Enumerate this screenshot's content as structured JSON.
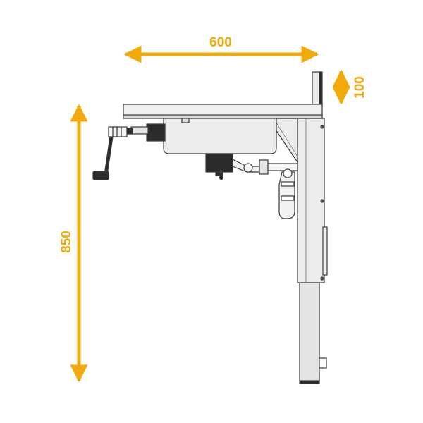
{
  "dimensions": {
    "width_label": "600",
    "height_label": "850",
    "backsplash_label": "100"
  },
  "colors": {
    "accent": "#F0AA0C",
    "outline": "#3a3a3a",
    "panel": "#e9e9e9",
    "panel_light": "#f2f2f2",
    "dark": "#2b2b2b",
    "background": "#ffffff"
  }
}
